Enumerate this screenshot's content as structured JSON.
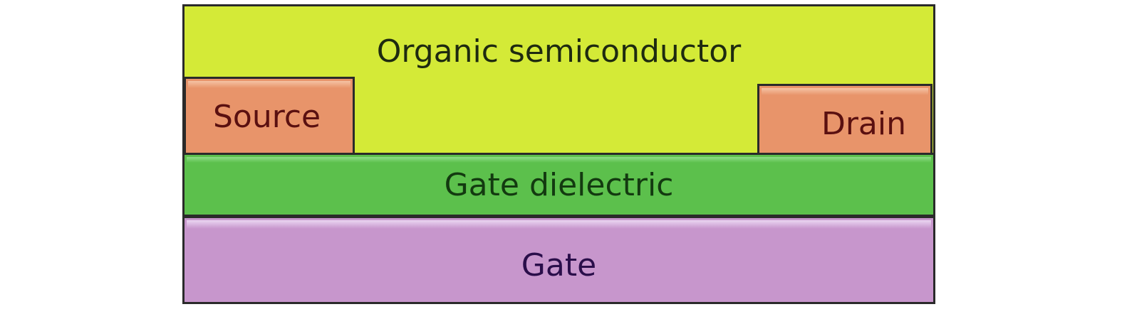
{
  "layers": {
    "semiconductor": {
      "label": "Organic semiconductor",
      "color": "#d4ea37",
      "text_color": "#1e2a10"
    },
    "source": {
      "label": "Source",
      "color": "#e8946a",
      "text_color": "#5a1010"
    },
    "drain": {
      "label": "Drain",
      "color": "#e8946a",
      "text_color": "#5a1010"
    },
    "dielectric": {
      "label": "Gate dielectric",
      "color": "#5cc04c",
      "text_color": "#133a10"
    },
    "gate": {
      "label": "Gate",
      "color": "#c796cc",
      "text_color": "#2a0e4a"
    }
  }
}
